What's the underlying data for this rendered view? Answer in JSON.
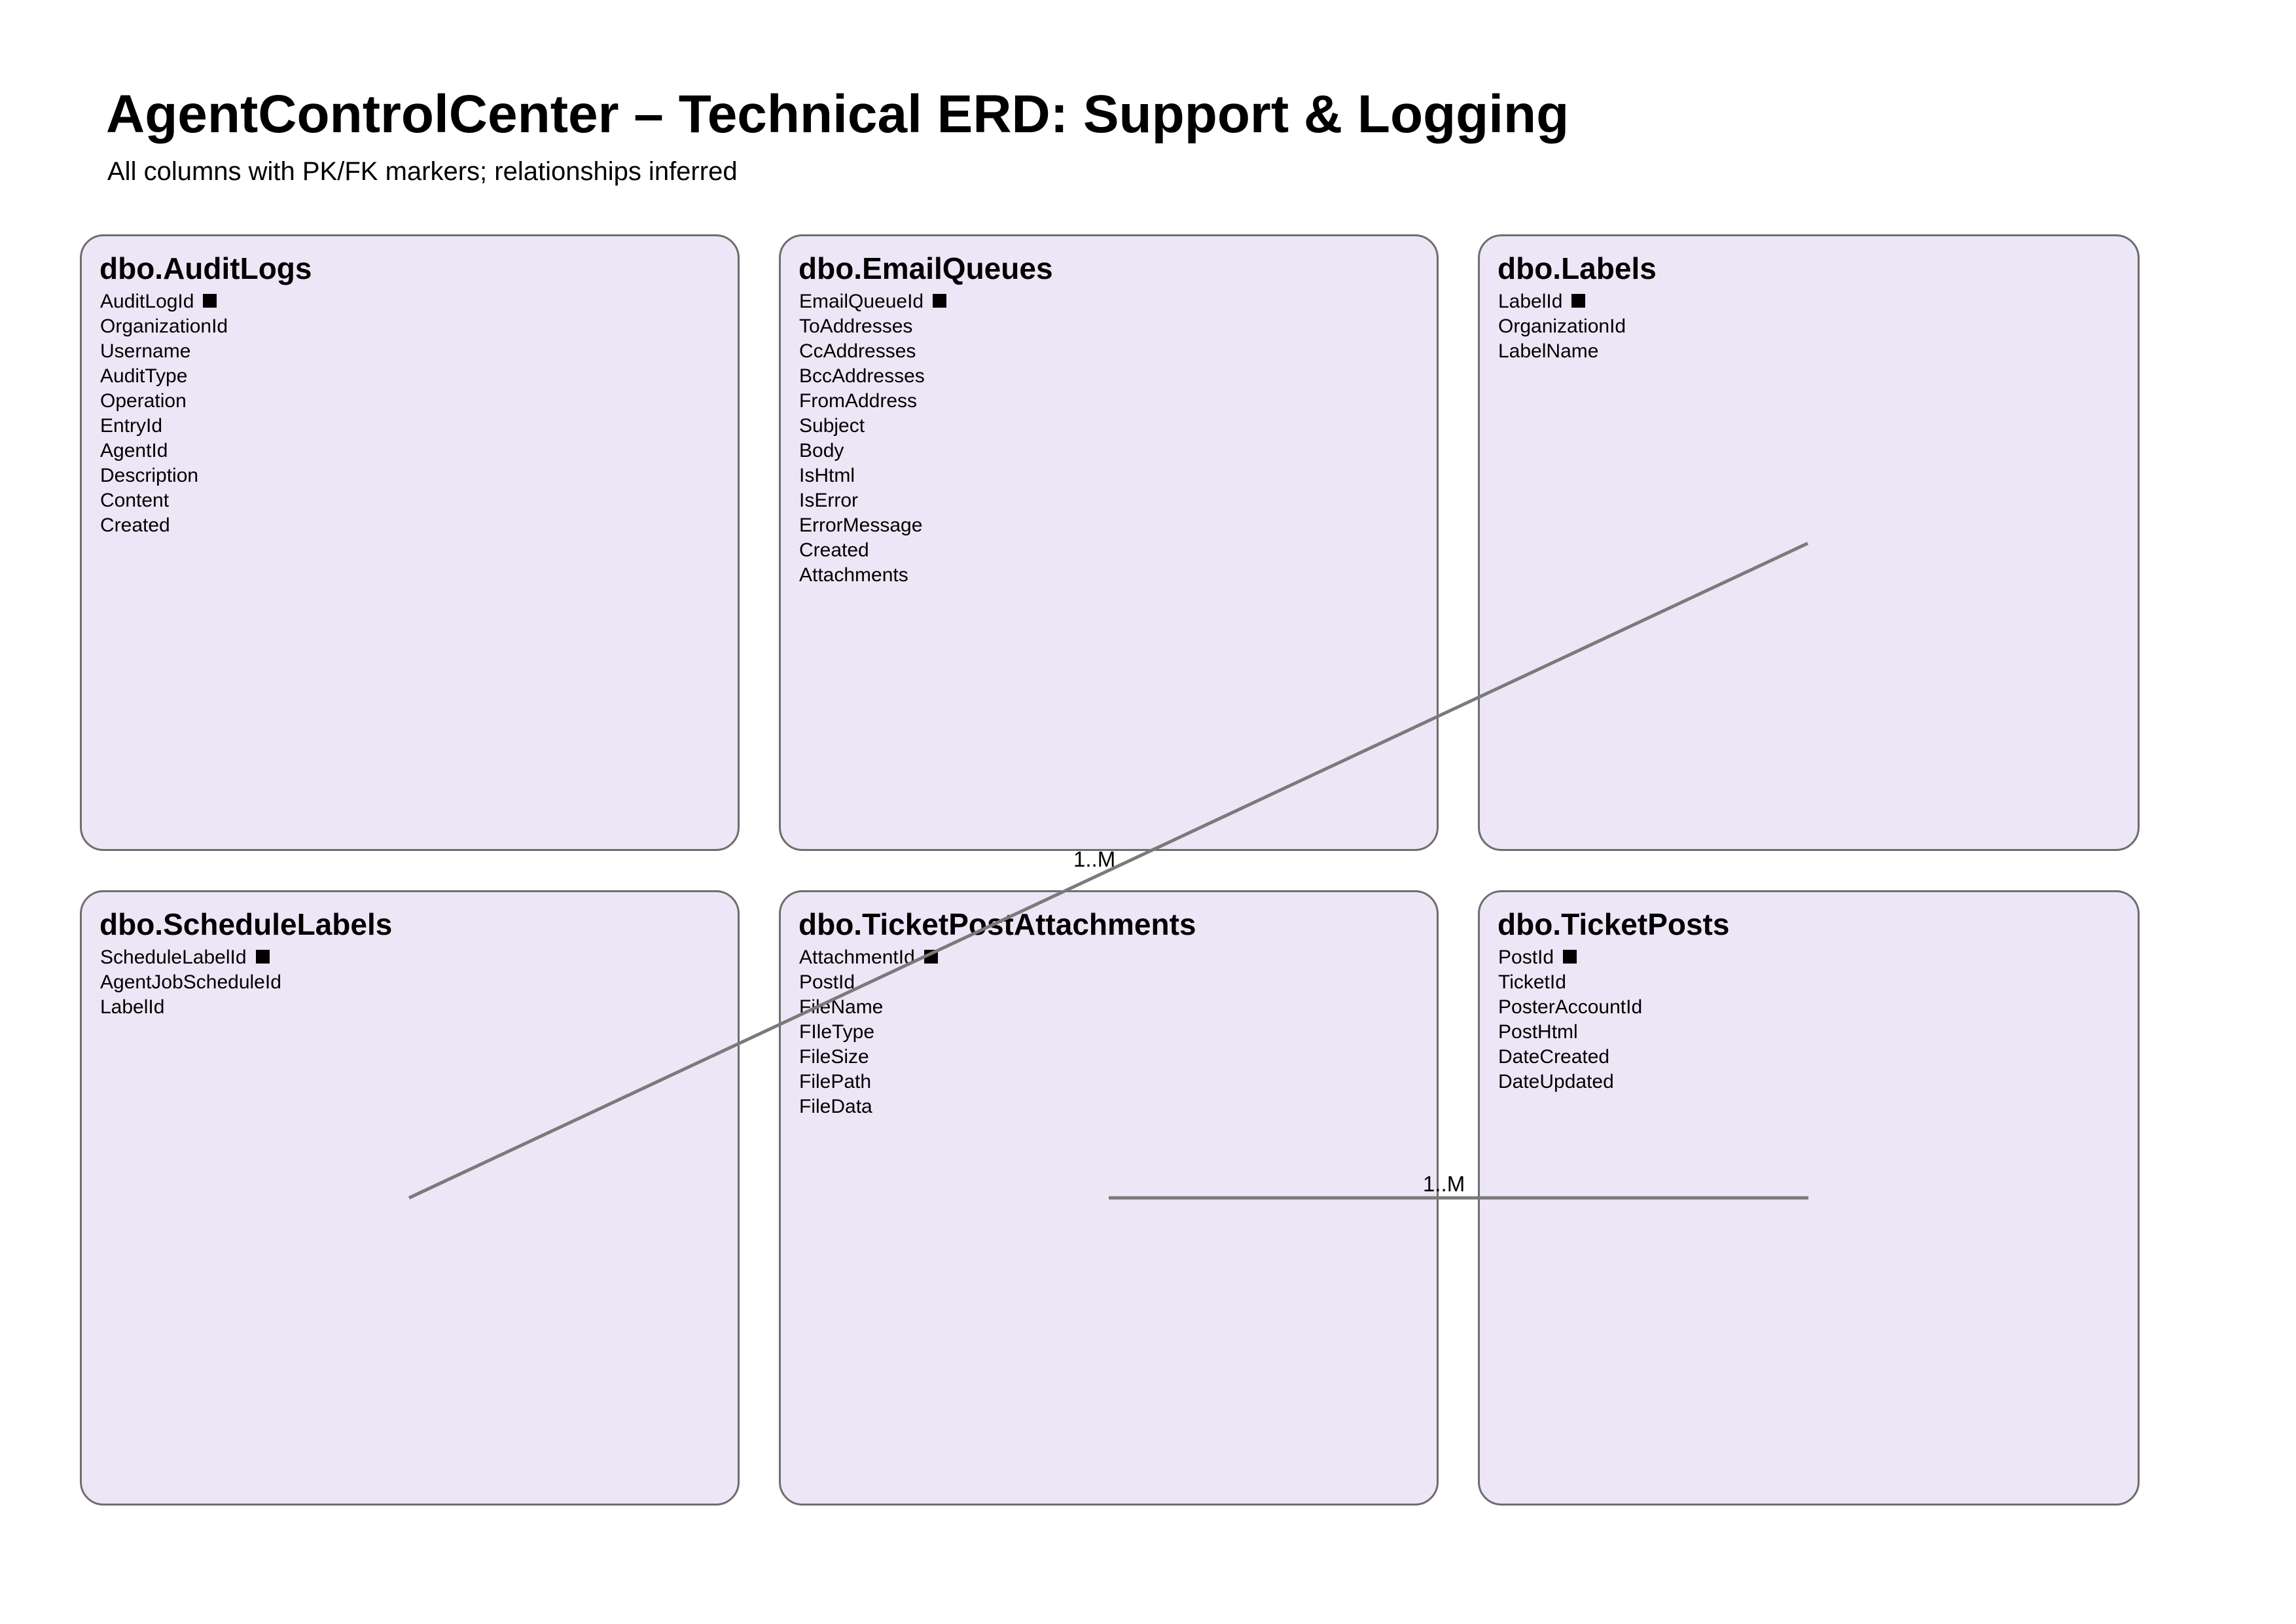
{
  "page": {
    "title": "AgentControlCenter – Technical ERD: Support & Logging",
    "subtitle": "All columns with PK/FK markers; relationships inferred"
  },
  "colors": {
    "entity_fill": "#ECE6F6",
    "entity_border": "#6E6E6E",
    "relationship_line": "#7A7A7A",
    "text": "#000000",
    "page_background": "#FFFFFF"
  },
  "entities": [
    {
      "name": "dbo.AuditLogs",
      "columns": [
        {
          "name": "AuditLogId",
          "pk": true
        },
        {
          "name": "OrganizationId"
        },
        {
          "name": "Username"
        },
        {
          "name": "AuditType"
        },
        {
          "name": "Operation"
        },
        {
          "name": "EntryId"
        },
        {
          "name": "AgentId"
        },
        {
          "name": "Description"
        },
        {
          "name": "Content"
        },
        {
          "name": "Created"
        }
      ]
    },
    {
      "name": "dbo.EmailQueues",
      "columns": [
        {
          "name": "EmailQueueId",
          "pk": true
        },
        {
          "name": "ToAddresses"
        },
        {
          "name": "CcAddresses"
        },
        {
          "name": "BccAddresses"
        },
        {
          "name": "FromAddress"
        },
        {
          "name": "Subject"
        },
        {
          "name": "Body"
        },
        {
          "name": "IsHtml"
        },
        {
          "name": "IsError"
        },
        {
          "name": "ErrorMessage"
        },
        {
          "name": "Created"
        },
        {
          "name": "Attachments"
        }
      ]
    },
    {
      "name": "dbo.Labels",
      "columns": [
        {
          "name": "LabelId",
          "pk": true
        },
        {
          "name": "OrganizationId"
        },
        {
          "name": "LabelName"
        }
      ]
    },
    {
      "name": "dbo.ScheduleLabels",
      "columns": [
        {
          "name": "ScheduleLabelId",
          "pk": true
        },
        {
          "name": "AgentJobScheduleId"
        },
        {
          "name": "LabelId"
        }
      ]
    },
    {
      "name": "dbo.TicketPostAttachments",
      "columns": [
        {
          "name": "AttachmentId",
          "pk": true
        },
        {
          "name": "PostId"
        },
        {
          "name": "FileName"
        },
        {
          "name": "FIleType"
        },
        {
          "name": "FileSize"
        },
        {
          "name": "FilePath"
        },
        {
          "name": "FileData"
        }
      ]
    },
    {
      "name": "dbo.TicketPosts",
      "columns": [
        {
          "name": "PostId",
          "pk": true
        },
        {
          "name": "TicketId"
        },
        {
          "name": "PosterAccountId"
        },
        {
          "name": "PostHtml"
        },
        {
          "name": "DateCreated"
        },
        {
          "name": "DateUpdated"
        }
      ]
    }
  ],
  "relationships": [
    {
      "cardinality_label": "1..M"
    },
    {
      "cardinality_label": "1..M"
    }
  ]
}
